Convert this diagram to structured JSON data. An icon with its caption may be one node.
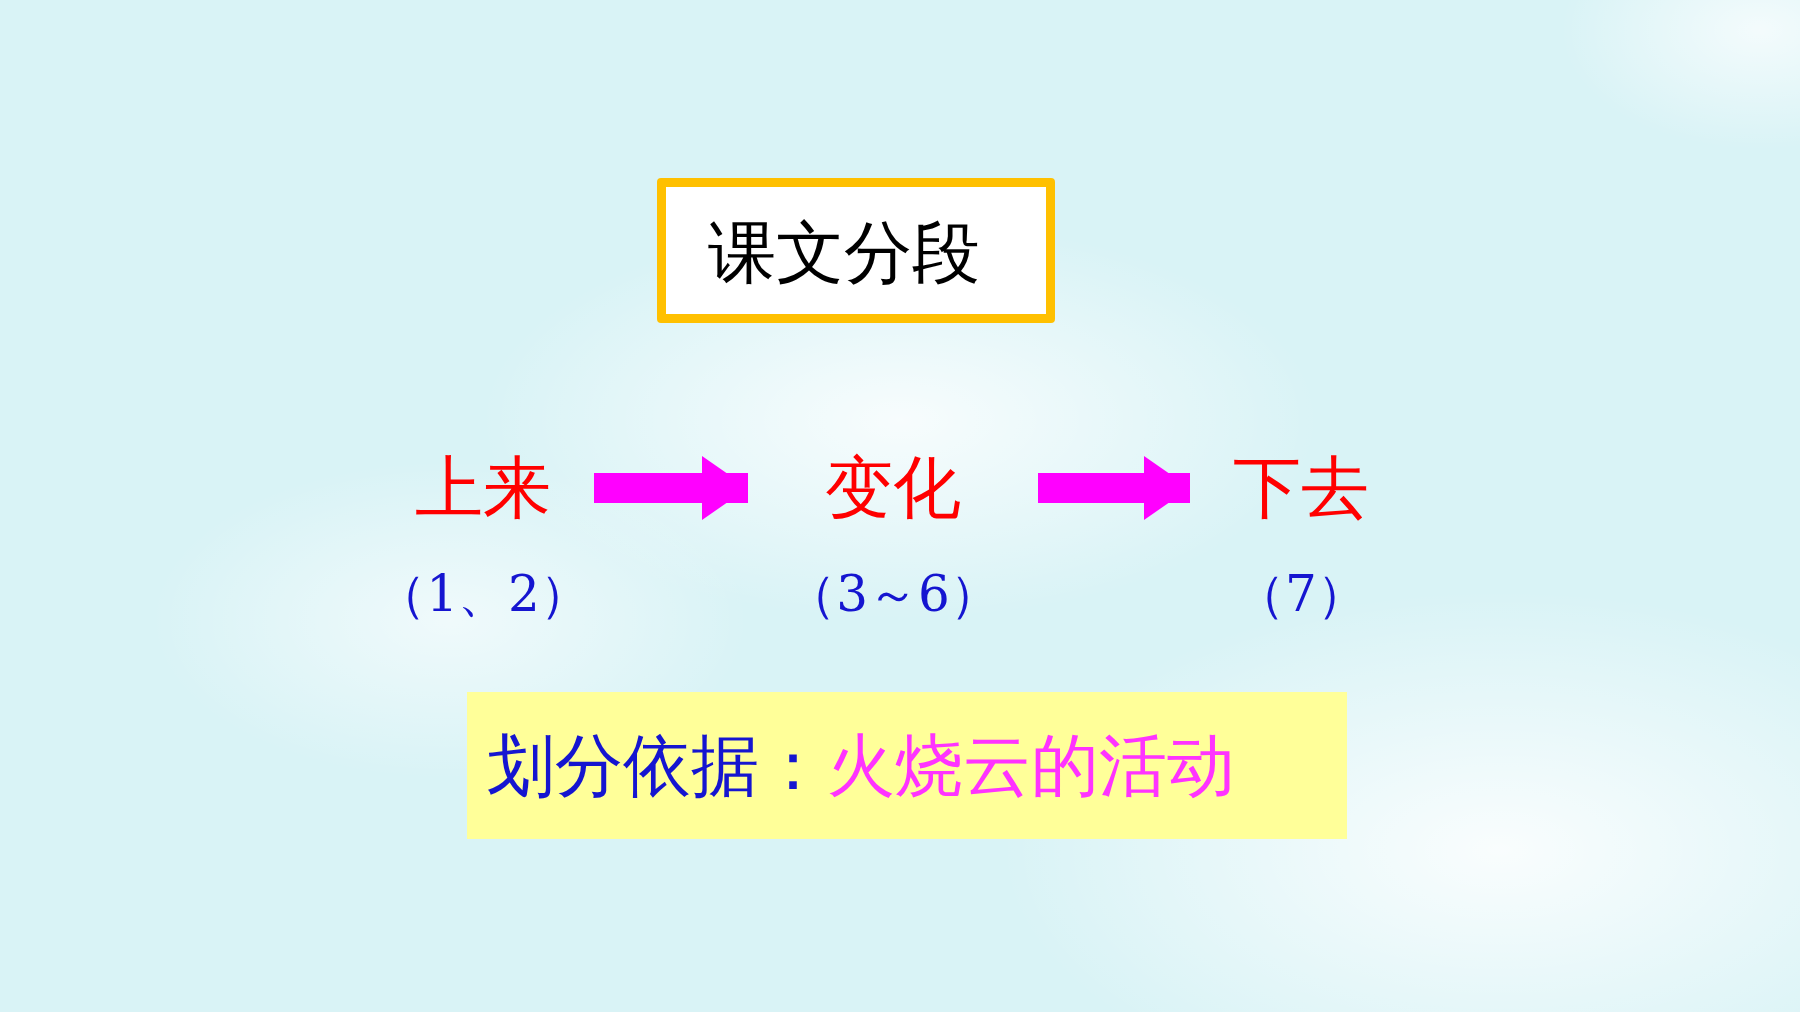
{
  "diagram": {
    "nodes": [
      {
        "text": [
          "课文分段"
        ]
      },
      {
        "text": [
          "上来"
        ],
        "beside": [
          "（1、2）"
        ]
      },
      {
        "text": [
          "变化"
        ],
        "beside": [
          "（3～6）"
        ]
      },
      {
        "text": [
          "下去"
        ],
        "beside": [
          "（7）"
        ]
      },
      {
        "text": [
          "划分依据：",
          "火烧云的活动"
        ]
      }
    ],
    "edges": [
      {
        "from": 1,
        "to": 2,
        "arrow": "to"
      },
      {
        "from": 2,
        "to": 3,
        "arrow": "to"
      }
    ]
  }
}
